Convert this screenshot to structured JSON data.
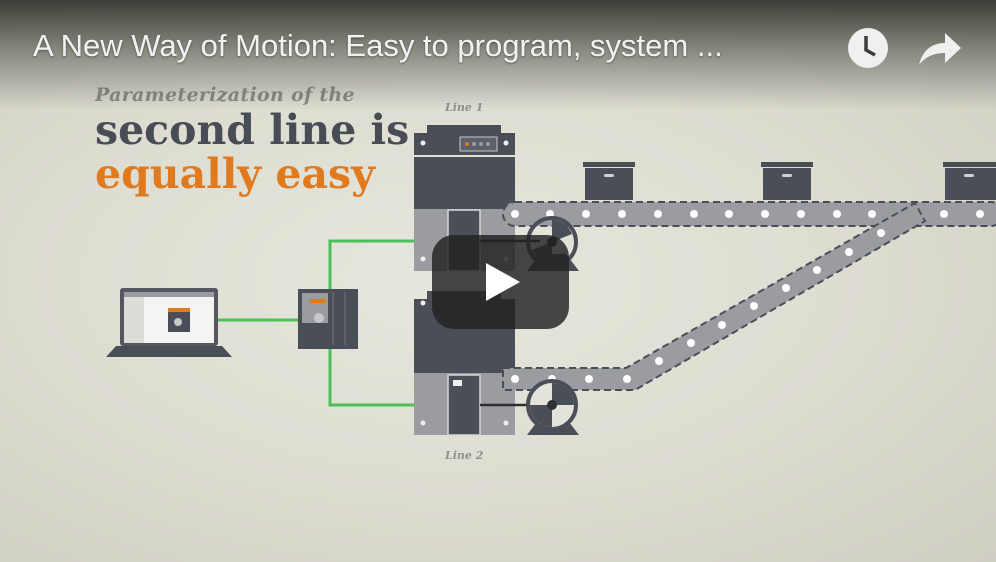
{
  "video": {
    "title": "A New Way of Motion: Easy to program, system ...",
    "watch_later_icon": "clock-icon",
    "share_icon": "share-arrow-icon",
    "play_icon": "play-icon"
  },
  "slide": {
    "subtitle": "Parameterization of the",
    "headline_line1": "second line is",
    "headline_line2": "equally easy",
    "line1_label": "Line 1",
    "line2_label": "Line 2"
  },
  "colors": {
    "accent_orange": "#e07a1f",
    "headline_gray": "#474c55",
    "cable_green": "#4bbf5a",
    "machine_dark": "#4a4e57",
    "machine_light": "#9a9ca2",
    "player_button_bg": "#212121"
  }
}
